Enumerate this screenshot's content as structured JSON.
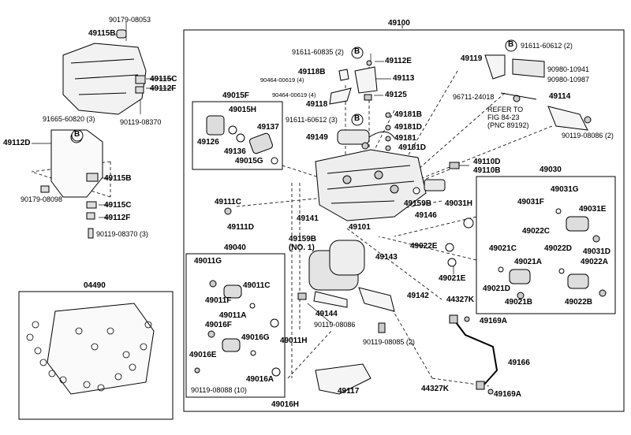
{
  "labels": {
    "main_49100": "49100",
    "c_90179_08053": "90179-08053",
    "c_49115B_top": "49115B",
    "c_49115C_top": "49115C",
    "c_49112F_top": "49112F",
    "c_90119_08370": "90119-08370",
    "c_91665_60820": "91665-60820 (3)",
    "c_49112D": "49112D",
    "c_49115B_mid": "49115B",
    "c_90179_08098": "90179-08098",
    "c_49115C_mid": "49115C",
    "c_49112F_mid": "49112F",
    "c_90119_08370_3": "90119-08370 (3)",
    "c_91611_60835": "91611-60835 (2)",
    "c_49112E": "49112E",
    "c_49118B": "49118B",
    "c_90464_top": "90464-00619 (4)",
    "c_90464_mid": "90464-00619 (4)",
    "c_49113": "49113",
    "c_49125": "49125",
    "c_49118": "49118",
    "c_91611_60612_3": "91611-60612 (3)",
    "c_49181B": "49181B",
    "c_49181D": "49181D",
    "c_49181": "49181",
    "c_49181D2": "49181D",
    "c_49149": "49149",
    "c_91611_60612_2": "91611-60612 (2)",
    "c_49119": "49119",
    "c_90980_10941": "90980-10941",
    "c_90980_10987": "90980-10987",
    "c_96711_24018": "96711-24018",
    "refer1": "REFER TO",
    "refer2": "FIG 84-23",
    "refer3": "(PNC 89192)",
    "c_49114": "49114",
    "c_90119_08086_2": "90119-08086 (2)",
    "c_49015F": "49015F",
    "c_49015H": "49015H",
    "c_49137": "49137",
    "c_49126": "49126",
    "c_49136": "49136",
    "c_49015G": "49015G",
    "c_49110D": "49110D",
    "c_49110B": "49110B",
    "c_49030": "49030",
    "c_49031G": "49031G",
    "c_49031F": "49031F",
    "c_49031E": "49031E",
    "c_49031D": "49031D",
    "c_49022A": "49022A",
    "c_49022C": "49022C",
    "c_49022D": "49022D",
    "c_49021C": "49021C",
    "c_49021A": "49021A",
    "c_49021D": "49021D",
    "c_49021B": "49021B",
    "c_49022B": "49022B",
    "c_49111C": "49111C",
    "c_49111D": "49111D",
    "c_49159B": "49159B",
    "c_49146": "49146",
    "c_49031H": "49031H",
    "c_49101": "49101",
    "c_49141": "49141",
    "c_49159B_no1": "49159B",
    "c_no1": "(NO. 1)",
    "c_49143": "49143",
    "c_49022E": "49022E",
    "c_49021E": "49021E",
    "c_49040": "49040",
    "c_49011G": "49011G",
    "c_49011C": "49011C",
    "c_49011F": "49011F",
    "c_49011A": "49011A",
    "c_49016F": "49016F",
    "c_49016G": "49016G",
    "c_49016E": "49016E",
    "c_49016A": "49016A",
    "c_90119_08088_10": "90119-08088 (10)",
    "c_49011H": "49011H",
    "c_49016H": "49016H",
    "c_49144": "49144",
    "c_90119_08086": "90119-08086",
    "c_49142": "49142",
    "c_44327K_top": "44327K",
    "c_49169A_top": "49169A",
    "c_90119_08085_2": "90119-08085 (2)",
    "c_49166": "49166",
    "c_44327K_bot": "44327K",
    "c_49169A_bot": "49169A",
    "c_49117": "49117",
    "c_04490": "04490",
    "callout_B": "B"
  }
}
